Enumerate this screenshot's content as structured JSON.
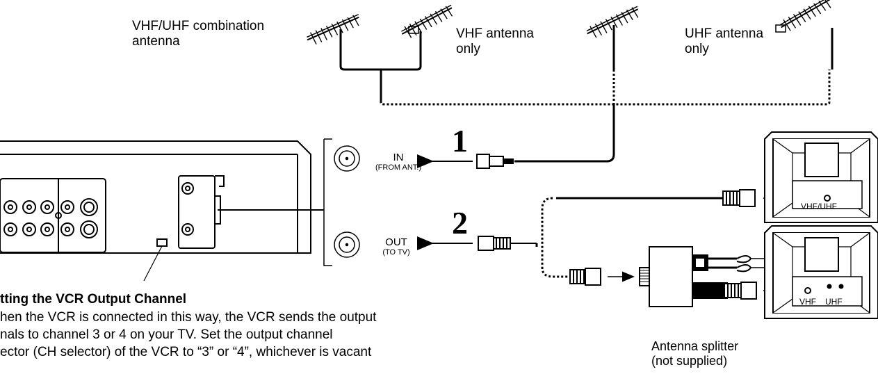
{
  "antennas": {
    "combo_label_line1": "VHF/UHF combination",
    "combo_label_line2": "antenna",
    "vhf_label_line1": "VHF antenna",
    "vhf_label_line2": "only",
    "uhf_label_line1": "UHF antenna",
    "uhf_label_line2": "only"
  },
  "steps": {
    "one": "1",
    "two": "2"
  },
  "jacks": {
    "in_label": "IN",
    "in_sub": "(FROM ANT.)",
    "out_label": "OUT",
    "out_sub": "(TO TV)"
  },
  "tv": {
    "top_terminal_label": "VHF/UHF",
    "bottom_vhf_label": "VHF",
    "bottom_uhf_label": "UHF"
  },
  "splitter": {
    "label_line1": "Antenna splitter",
    "label_line2": "(not supplied)"
  },
  "output_channel": {
    "heading": "tting the VCR Output Channel",
    "lines": [
      "hen the VCR is connected in this way, the VCR sends the output",
      "nals to channel 3 or 4 on your TV.  Set the output channel",
      "ector (CH selector) of the VCR to “3” or “4”, whichever is vacant"
    ]
  }
}
